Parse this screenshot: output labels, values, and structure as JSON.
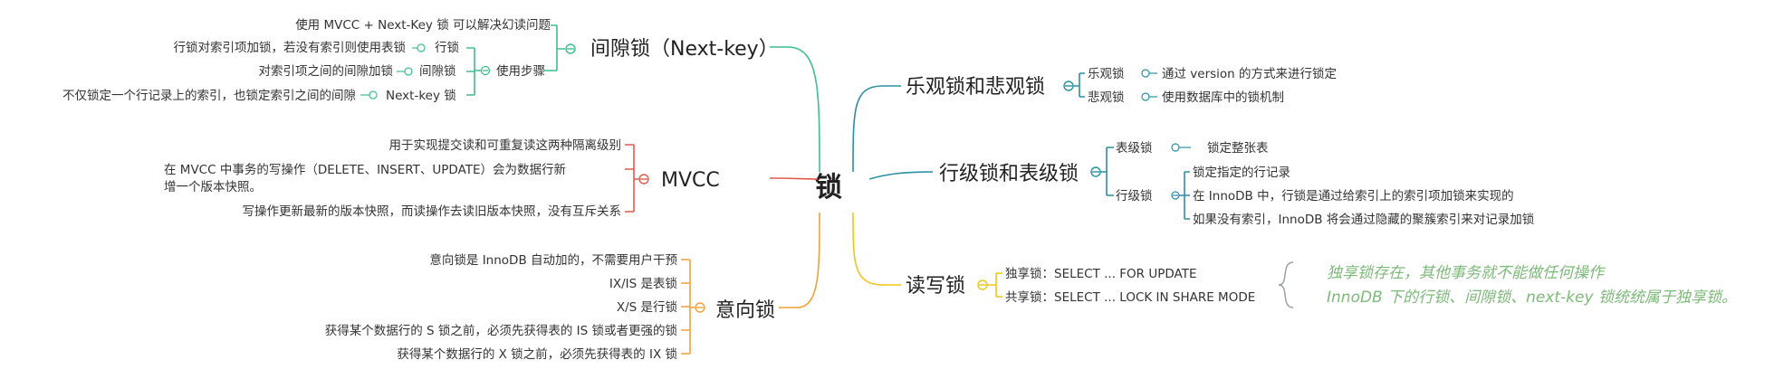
{
  "center": "锁",
  "colors": {
    "green": "#3cbf8c",
    "red": "#e05a4f",
    "orange": "#f2a13a",
    "teal": "#2b8fa3",
    "yellow": "#f0c419",
    "note": "#7dba7a"
  },
  "gap": {
    "title": "间隙锁（Next-key）",
    "leaf1": "使用 MVCC + Next-Key 锁 可以解决幻读问题",
    "steps": {
      "label": "使用步骤",
      "row": {
        "label": "行锁",
        "desc": "行锁对索引项加锁，若没有索引则使用表锁"
      },
      "gap": {
        "label": "间隙锁",
        "desc": "对索引项之间的间隙加锁"
      },
      "nextkey": {
        "label": "Next-key 锁",
        "desc": "不仅锁定一个行记录上的索引，也锁定索引之间的间隙"
      }
    }
  },
  "mvcc": {
    "title": "MVCC",
    "leaf1": "用于实现提交读和可重复读这两种隔离级别",
    "leaf2_line1": "在 MVCC 中事务的写操作（DELETE、INSERT、UPDATE）会为数据行新",
    "leaf2_line2": "增一个版本快照。",
    "leaf3": "写操作更新最新的版本快照，而读操作去读旧版本快照，没有互斥关系"
  },
  "intent": {
    "title": "意向锁",
    "leaf1": "意向锁是 InnoDB 自动加的，不需要用户干预",
    "leaf2": "IX/IS 是表锁",
    "leaf3": "X/S 是行锁",
    "leaf4": "获得某个数据行的 S 锁之前，必须先获得表的 IS 锁或者更强的锁",
    "leaf5": "获得某个数据行的 X 锁之前，必须先获得表的 IX 锁"
  },
  "optimistic": {
    "title": "乐观锁和悲观锁",
    "opt": {
      "label": "乐观锁",
      "desc": "通过 version 的方式来进行锁定"
    },
    "pes": {
      "label": "悲观锁",
      "desc": "使用数据库中的锁机制"
    }
  },
  "rowtable": {
    "title": "行级锁和表级锁",
    "table": {
      "label": "表级锁",
      "desc": "锁定整张表"
    },
    "row": {
      "label": "行级锁",
      "desc1": "锁定指定的行记录",
      "desc2": "在 InnoDB 中，行锁是通过给索引上的索引项加锁来实现的",
      "desc3": "如果没有索引，InnoDB 将会通过隐藏的聚簇索引来对记录加锁"
    }
  },
  "rw": {
    "title": "读写锁",
    "x": "独享锁：SELECT ... FOR UPDATE",
    "s": "共享锁：SELECT ... LOCK IN SHARE MODE",
    "note1": "独享锁存在，其他事务就不能做任何操作",
    "note2": "InnoDB 下的行锁、间隙锁、next-key 锁统统属于独享锁。"
  }
}
